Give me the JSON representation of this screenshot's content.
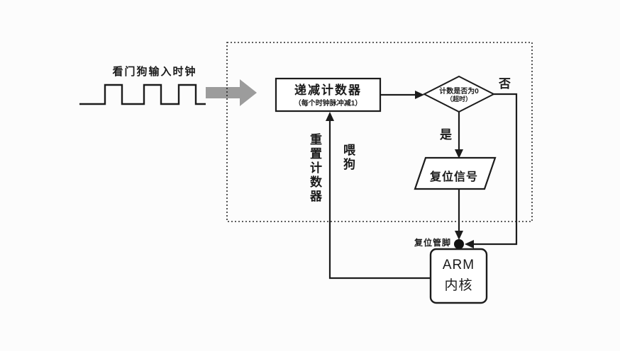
{
  "diagram": {
    "type": "flowchart",
    "topic": "watchdog-timer",
    "clock_label": "看门狗输入时钟",
    "counter": {
      "title": "递减计数器",
      "subtitle": "（每个时钟脉冲减1）"
    },
    "decision": {
      "line1": "计数是否为0",
      "line2": "（超时）"
    },
    "branch_no_label": "否",
    "branch_yes_label": "是",
    "reset_signal_label": "复位信号",
    "reset_pin_label": "复位管脚",
    "arm_core": {
      "line1": "ARM",
      "line2": "内核"
    },
    "feedback": {
      "reset_counter_label": "重置计数器",
      "feed_dog_label": "喂狗"
    }
  },
  "colors": {
    "background": "#fcfcfc",
    "line": "#1c1c1c",
    "input_arrow_gray": "#9c9c9c",
    "node_fill": "#ffffff"
  }
}
